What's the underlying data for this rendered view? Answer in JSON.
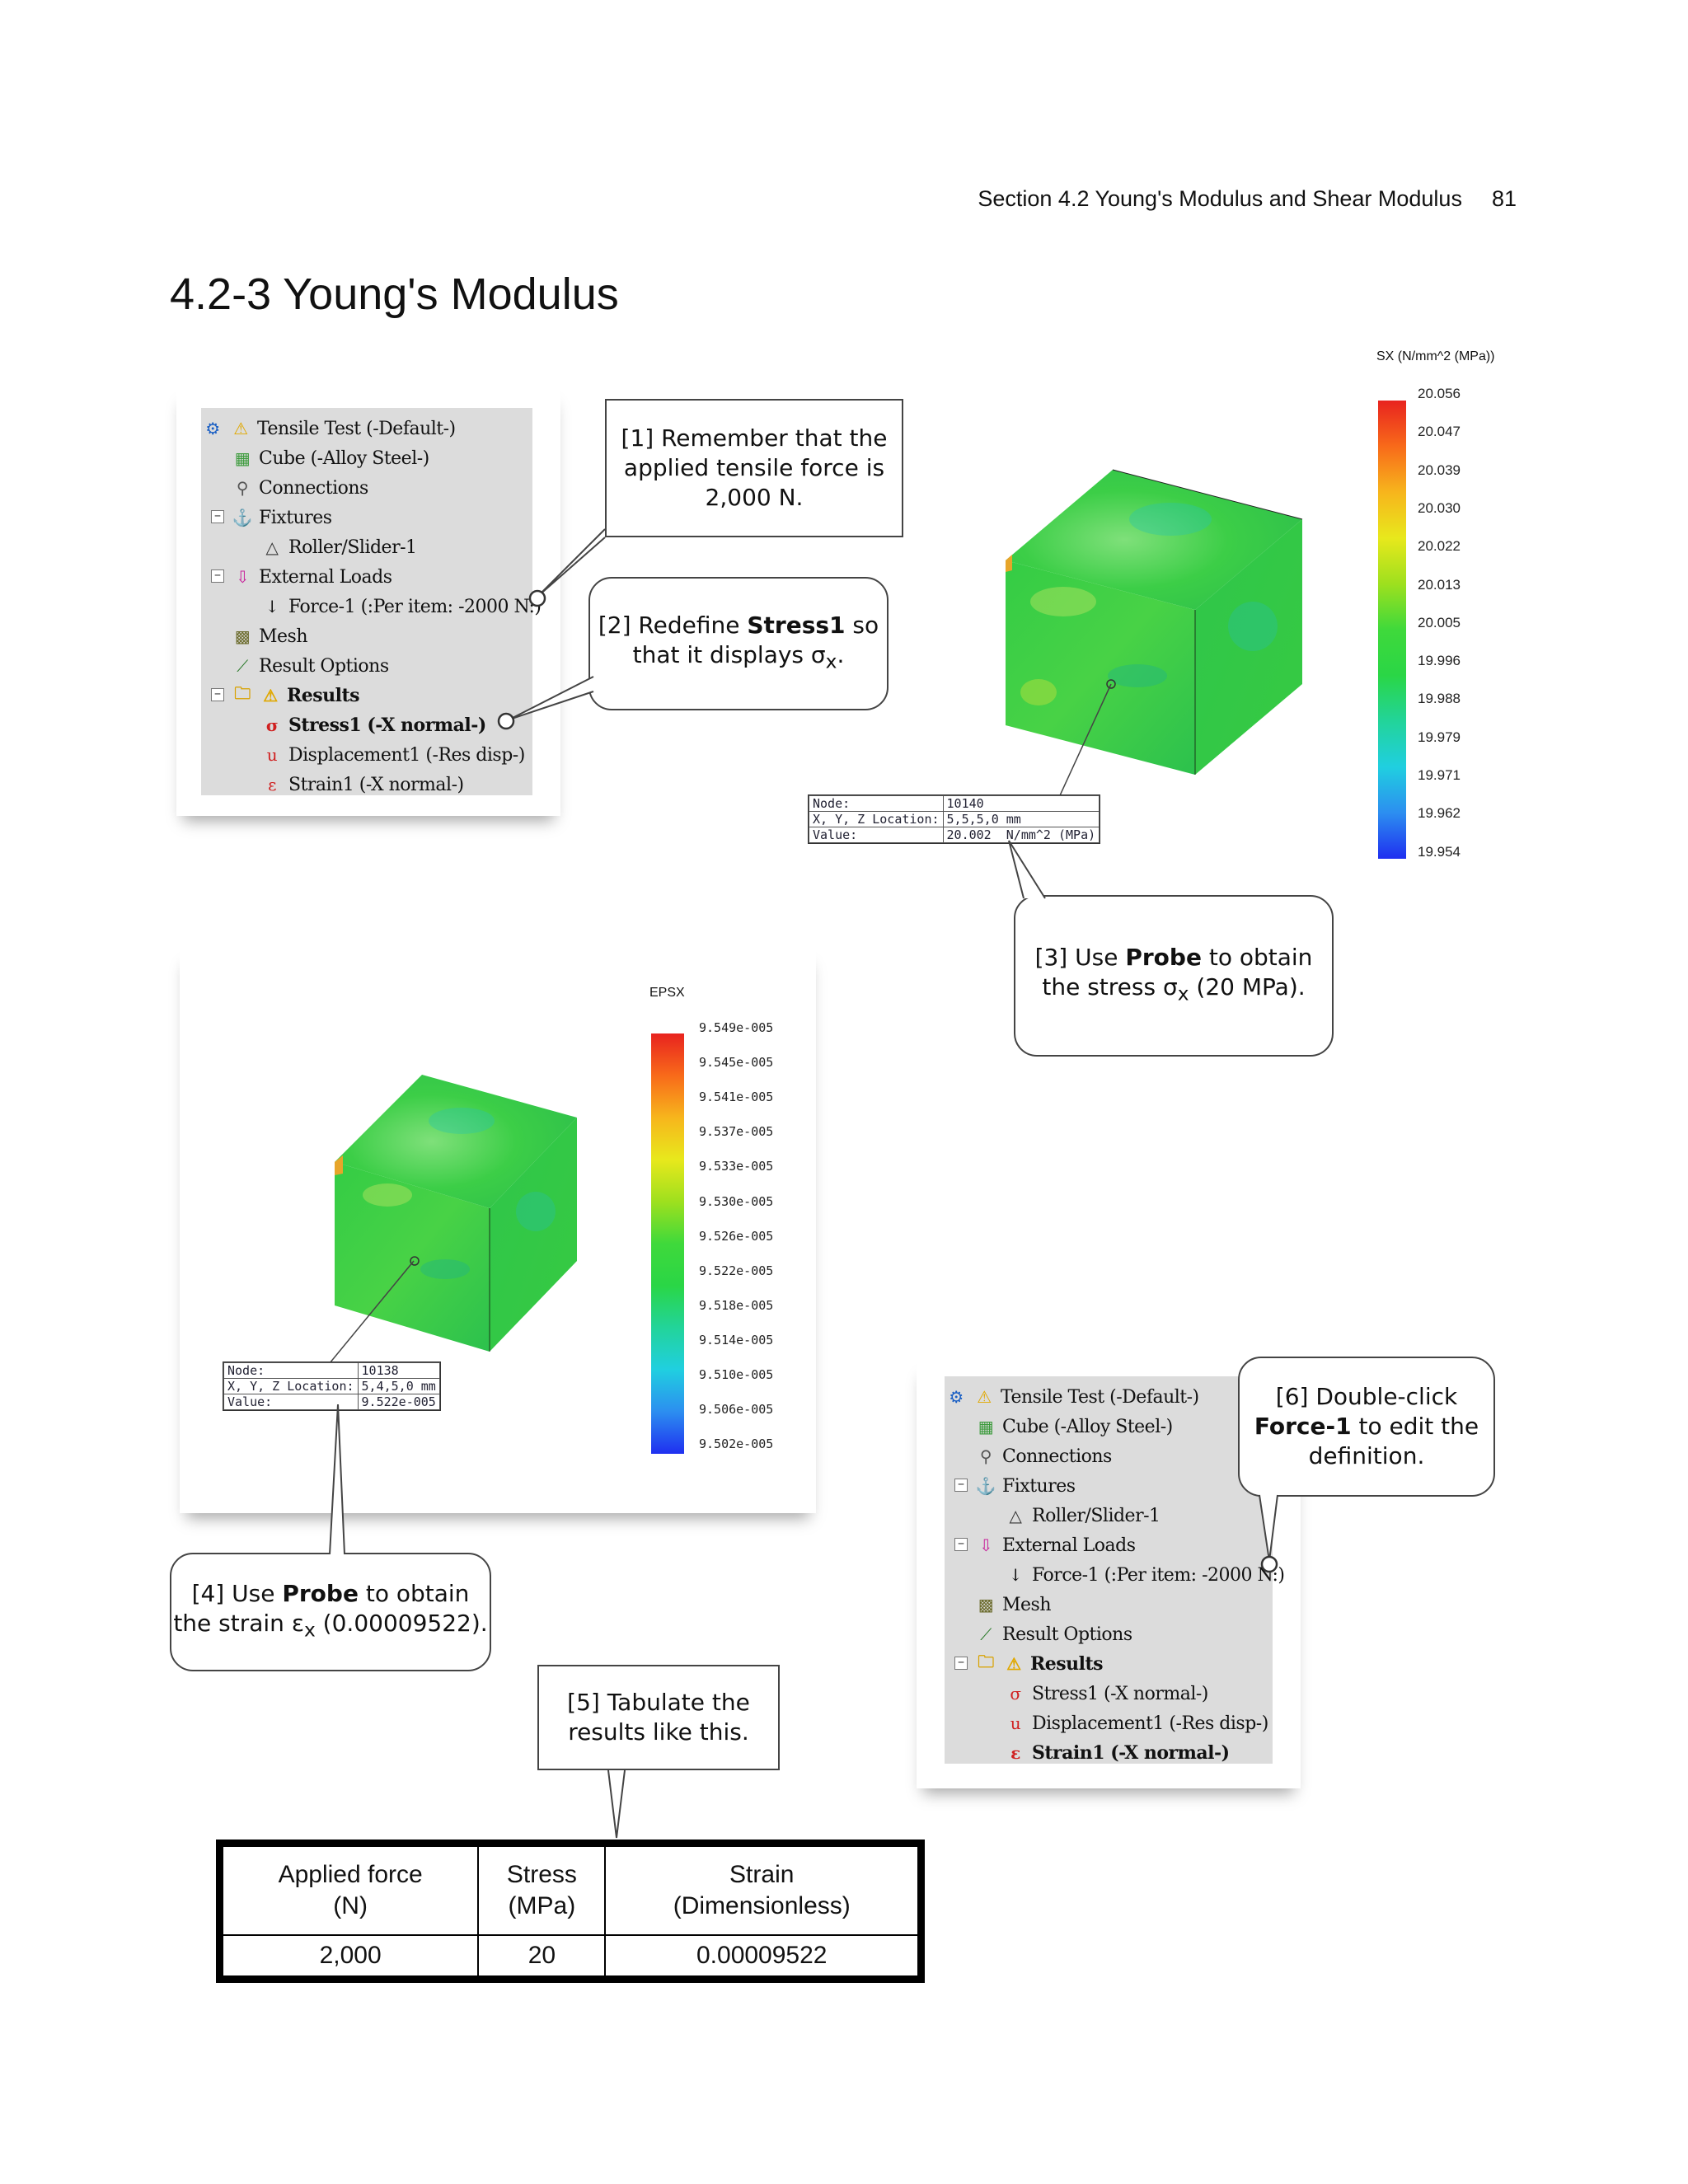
{
  "header": {
    "section": "Section 4.2  Young's Modulus and Shear Modulus",
    "page_number": "81"
  },
  "title": "4.2-3  Young's Modulus",
  "tree1": {
    "items": [
      {
        "label": "Tensile Test (-Default-)"
      },
      {
        "label": "Cube (-Alloy Steel-)"
      },
      {
        "label": "Connections"
      },
      {
        "label": "Fixtures"
      },
      {
        "label": "Roller/Slider-1"
      },
      {
        "label": "External Loads"
      },
      {
        "label": "Force-1 (:Per item: -2000 N:)"
      },
      {
        "label": "Mesh"
      },
      {
        "label": "Result Options"
      },
      {
        "label": "Results"
      },
      {
        "label": "Stress1 (-X normal-)"
      },
      {
        "label": "Displacement1 (-Res disp-)"
      },
      {
        "label": "Strain1 (-X normal-)"
      }
    ]
  },
  "tree2": {
    "items": [
      {
        "label": "Tensile Test (-Default-)"
      },
      {
        "label": "Cube (-Alloy Steel-)"
      },
      {
        "label": "Connections"
      },
      {
        "label": "Fixtures"
      },
      {
        "label": "Roller/Slider-1"
      },
      {
        "label": "External Loads"
      },
      {
        "label": "Force-1 (:Per item: -2000 N:)"
      },
      {
        "label": "Mesh"
      },
      {
        "label": "Result Options"
      },
      {
        "label": "Results"
      },
      {
        "label": "Stress1 (-X normal-)"
      },
      {
        "label": "Displacement1 (-Res disp-)"
      },
      {
        "label": "Strain1 (-X normal-)"
      }
    ]
  },
  "callouts": {
    "c1": {
      "line1": "[1] Remember that the",
      "line2": "applied tensile force is",
      "line3": "2,000 N."
    },
    "c2": {
      "pre": "[2] Redefine ",
      "bold": "Stress1",
      "post": " so",
      "line2": "that it displays σ",
      "sub": "x",
      "end": "."
    },
    "c3": {
      "pre": "[3] Use ",
      "bold": "Probe",
      "post": " to obtain",
      "line2": "the stress σ",
      "sub": "x",
      "end": " (20 MPa)."
    },
    "c4": {
      "pre": "[4] Use ",
      "bold": "Probe",
      "post": " to obtain",
      "line2": "the strain ε",
      "sub": "x",
      "end": " (0.00009522)."
    },
    "c5": {
      "line1": "[5] Tabulate the",
      "line2": "results like this."
    },
    "c6": {
      "line1": "[6] Double-click",
      "bold": "Force-1",
      "post": " to edit the",
      "line3": "definition."
    }
  },
  "stress_legend": {
    "title": "SX (N/mm^2 (MPa))",
    "ticks": [
      "20.056",
      "20.047",
      "20.039",
      "20.030",
      "20.022",
      "20.013",
      "20.005",
      "19.996",
      "19.988",
      "19.979",
      "19.971",
      "19.962",
      "19.954"
    ]
  },
  "strain_legend": {
    "title": "EPSX",
    "ticks": [
      "9.549e-005",
      "9.545e-005",
      "9.541e-005",
      "9.537e-005",
      "9.533e-005",
      "9.530e-005",
      "9.526e-005",
      "9.522e-005",
      "9.518e-005",
      "9.514e-005",
      "9.510e-005",
      "9.506e-005",
      "9.502e-005"
    ]
  },
  "probe_stress": {
    "node_label": "Node:",
    "node": "10140",
    "loc_label": "X, Y, Z Location:",
    "loc": "5,5,5,0 mm",
    "value_label": "Value:",
    "value": "20.002",
    "unit": "N/mm^2 (MPa)"
  },
  "probe_strain": {
    "node_label": "Node:",
    "node": "10138",
    "loc_label": "X, Y, Z Location:",
    "loc": "5,4,5,0 mm",
    "value_label": "Value:",
    "value": "9.522e-005"
  },
  "table": {
    "headers": [
      {
        "l1": "Applied force",
        "l2": "(N)"
      },
      {
        "l1": "Stress",
        "l2": "(MPa)"
      },
      {
        "l1": "Strain",
        "l2": "(Dimensionless)"
      }
    ],
    "row": [
      "2,000",
      "20",
      "0.00009522"
    ]
  },
  "colors": {
    "accent_red": "#e8231f",
    "fem_green": "#22c83a",
    "callout_border": "#444444"
  }
}
